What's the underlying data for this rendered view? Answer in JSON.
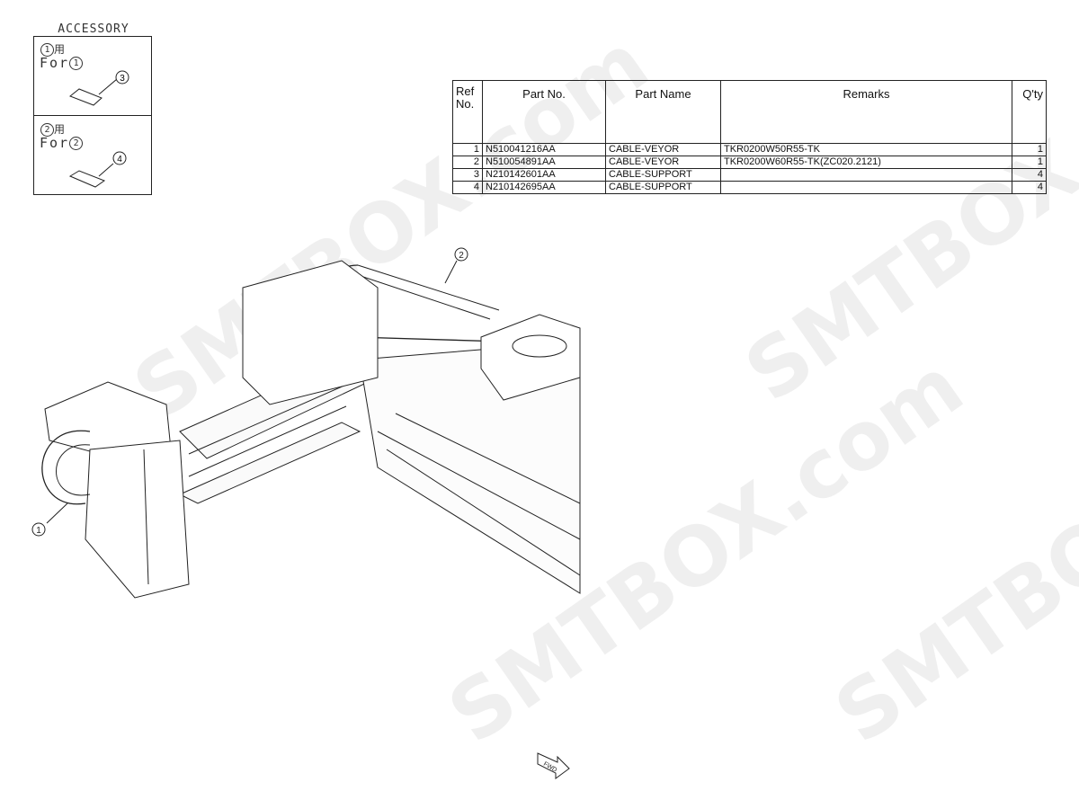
{
  "watermark": "SMTBOX.com",
  "accessory": {
    "title": "ACCESSORY",
    "items": [
      {
        "for_jp": "用",
        "for_en": "For",
        "target": "1",
        "part_ref": "3"
      },
      {
        "for_jp": "用",
        "for_en": "For",
        "target": "2",
        "part_ref": "4"
      }
    ]
  },
  "parts_table": {
    "headers": {
      "ref": "Ref No.",
      "part_no": "Part No.",
      "part_name": "Part Name",
      "remarks": "Remarks",
      "qty": "Q'ty"
    },
    "rows": [
      {
        "ref": "1",
        "part_no": "N510041216AA",
        "part_name": "CABLE-VEYOR",
        "remarks": "TKR0200W50R55-TK",
        "qty": "1"
      },
      {
        "ref": "2",
        "part_no": "N510054891AA",
        "part_name": "CABLE-VEYOR",
        "remarks": "TKR0200W60R55-TK(ZC020.2121)",
        "qty": "1"
      },
      {
        "ref": "3",
        "part_no": "N210142601AA",
        "part_name": "CABLE-SUPPORT",
        "remarks": "",
        "qty": "4"
      },
      {
        "ref": "4",
        "part_no": "N210142695AA",
        "part_name": "CABLE-SUPPORT",
        "remarks": "",
        "qty": "4"
      }
    ]
  },
  "drawing": {
    "callouts": [
      "1",
      "2"
    ],
    "direction_label": "FWD"
  }
}
